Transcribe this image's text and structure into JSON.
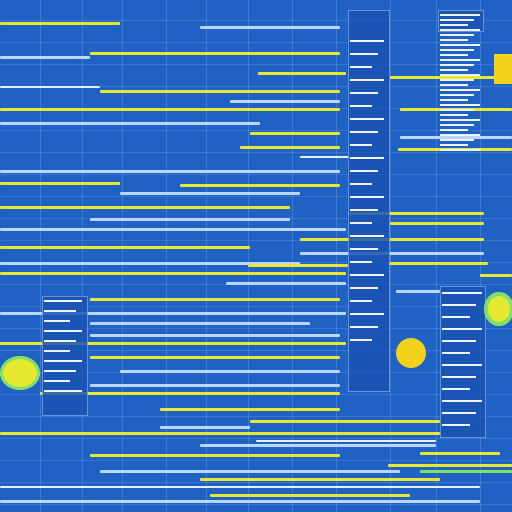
{
  "window": {
    "title": ""
  },
  "colors": {
    "background": "#1f62c4",
    "accent_yellow": "#e6e832",
    "accent_green": "#7fe06a",
    "light_bar": "#b9d7ff",
    "text_marks": "#eef3ff"
  },
  "panels": [
    {
      "name": "column-a",
      "rows": 10
    },
    {
      "name": "column-b",
      "rows": 24
    },
    {
      "name": "column-c",
      "rows": 28
    },
    {
      "name": "column-d",
      "rows": 12
    }
  ],
  "indicators": [
    {
      "name": "status-indicator-left",
      "color": "#e6e832",
      "ring": "#7fe06a"
    },
    {
      "name": "status-indicator-center",
      "color": "#f2d21a",
      "ring": ""
    },
    {
      "name": "status-indicator-right",
      "color": "#e6e832",
      "ring": "#7fe06a"
    }
  ]
}
